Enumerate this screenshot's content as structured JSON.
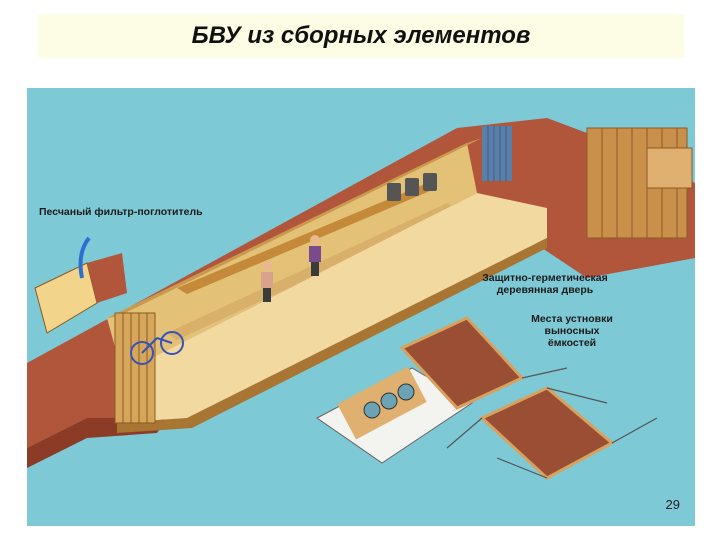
{
  "title": "БВУ из сборных элементов",
  "labels": {
    "filter": "Песчаный фильтр-поглотитель",
    "door_line1": "Защитно-герметическая",
    "door_line2": "деревянная дверь",
    "tanks_line1": "Места устновки",
    "tanks_line2": "выносных",
    "tanks_line3": "ёмкостей"
  },
  "page_number": "29",
  "colors": {
    "background_water": "#7ec9d6",
    "earth": "#b1553b",
    "earth_dark": "#8c3b27",
    "floor": "#f2d9a0",
    "wood": "#d6a65a",
    "wood_dark": "#a87532",
    "concrete": "#e4e4e0"
  }
}
